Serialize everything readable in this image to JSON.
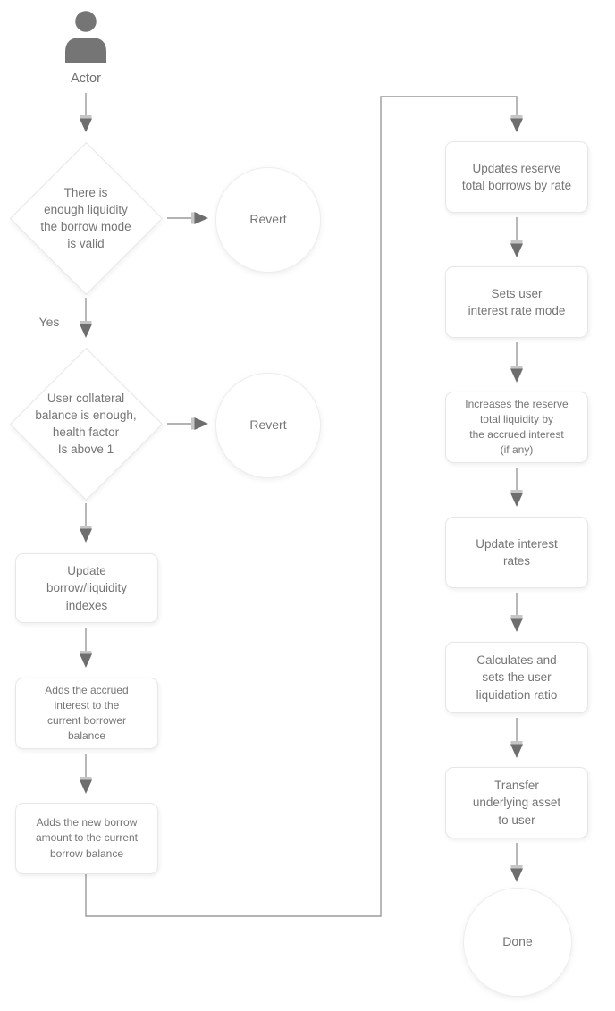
{
  "diagram": {
    "colors": {
      "background": "#ffffff",
      "node_fill": "#ffffff",
      "node_border": "#e7e7e7",
      "text": "#757575",
      "connector_line": "#999999",
      "arrowhead": "#6e6e6e",
      "actor_icon": "#757575"
    },
    "actor": {
      "label": "Actor",
      "icon": "person-icon"
    },
    "edge_labels": {
      "yes": "Yes"
    },
    "decisions": [
      {
        "id": "liquidity-check",
        "text": "There is\nenough liquidity\nthe borrow mode\nis valid"
      },
      {
        "id": "collateral-check",
        "text": "User collateral\nbalance is enough,\nhealth factor\nIs above 1"
      }
    ],
    "terminals": [
      {
        "id": "revert-1",
        "label": "Revert"
      },
      {
        "id": "revert-2",
        "label": "Revert"
      },
      {
        "id": "done",
        "label": "Done"
      }
    ],
    "processes_left": [
      {
        "id": "update-indexes",
        "text": "Update\nborrow/liquidity\nindexes"
      },
      {
        "id": "add-accrued-interest",
        "text": "Adds the accrued\ninterest to the\ncurrent borrower\nbalance"
      },
      {
        "id": "add-new-borrow",
        "text": "Adds the new borrow\namount to the current\nborrow balance"
      }
    ],
    "processes_right": [
      {
        "id": "update-reserve-borrows",
        "text": "Updates reserve\ntotal borrows by rate"
      },
      {
        "id": "set-rate-mode",
        "text": "Sets user\ninterest rate mode"
      },
      {
        "id": "increase-liquidity",
        "text": "Increases the reserve\ntotal liquidity by\nthe accrued interest\n(if any)"
      },
      {
        "id": "update-interest-rates",
        "text": "Update interest\nrates"
      },
      {
        "id": "set-liquidation-ratio",
        "text": "Calculates and\nsets the user\nliquidation ratio"
      },
      {
        "id": "transfer-asset",
        "text": "Transfer\nunderlying asset\nto user"
      }
    ]
  }
}
